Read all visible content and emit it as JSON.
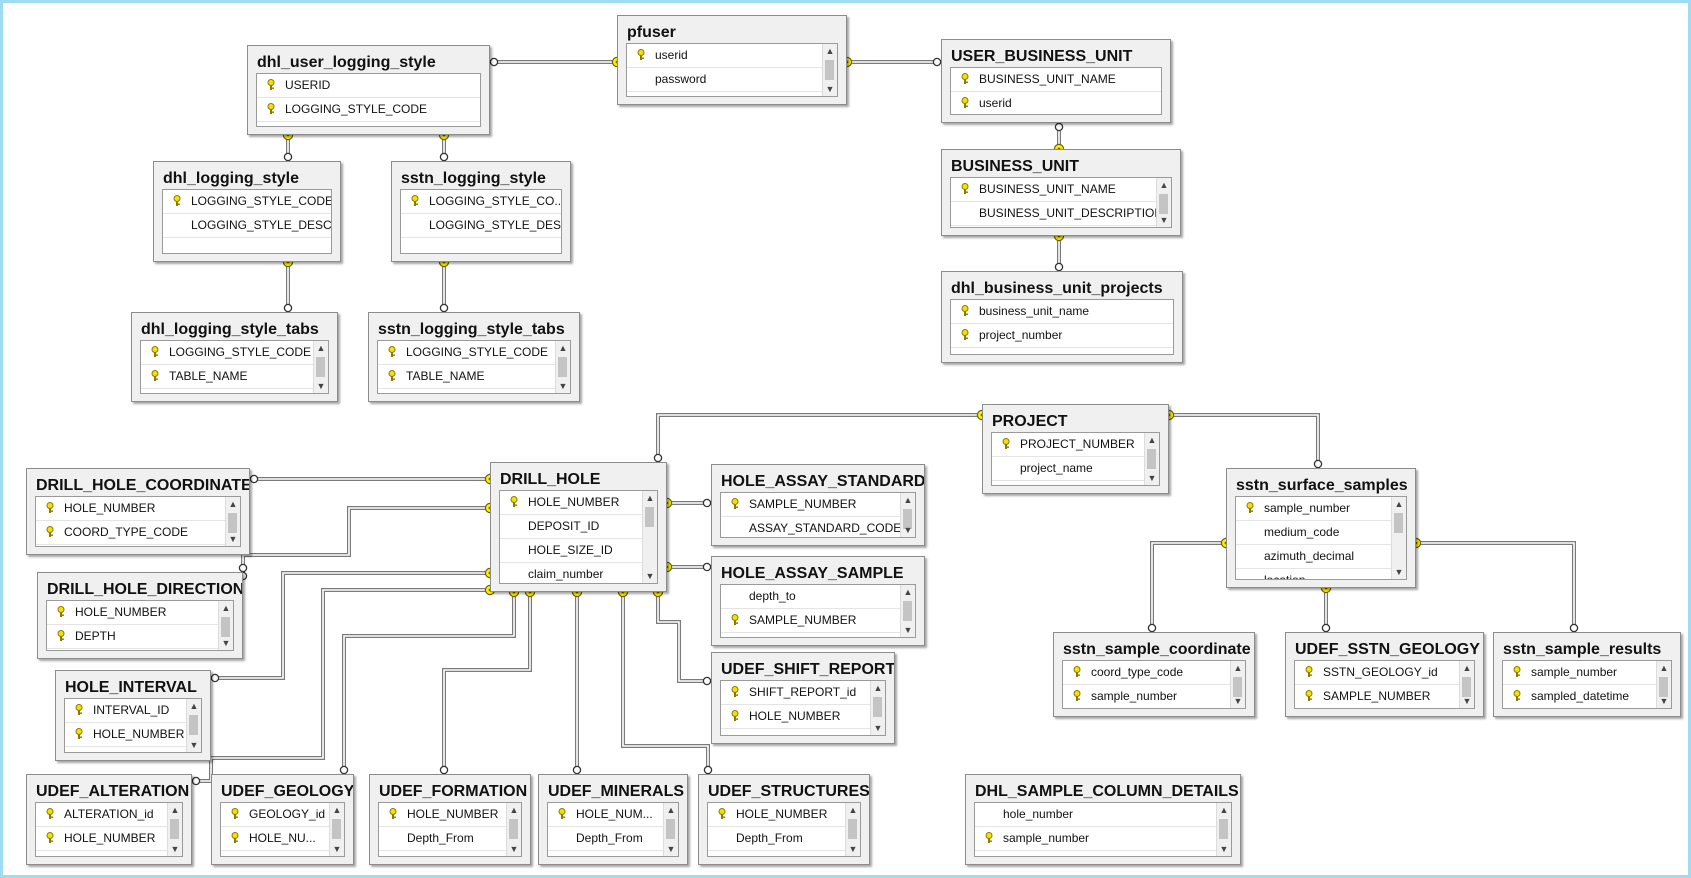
{
  "tables": [
    {
      "id": "pfuser",
      "title": "pfuser",
      "scroll": true,
      "rows": [
        {
          "name": "userid",
          "key": true
        },
        {
          "name": "password",
          "key": false
        }
      ]
    },
    {
      "id": "dhl_user_logging_style",
      "title": "dhl_user_logging_style",
      "scroll": false,
      "rows": [
        {
          "name": "USERID",
          "key": true
        },
        {
          "name": "LOGGING_STYLE_CODE",
          "key": true
        }
      ]
    },
    {
      "id": "user_business_unit",
      "title": "USER_BUSINESS_UNIT",
      "scroll": false,
      "rows": [
        {
          "name": "BUSINESS_UNIT_NAME",
          "key": true
        },
        {
          "name": "userid",
          "key": true
        }
      ]
    },
    {
      "id": "dhl_logging_style",
      "title": "dhl_logging_style",
      "scroll": false,
      "rows": [
        {
          "name": "LOGGING_STYLE_CODE",
          "key": true
        },
        {
          "name": "LOGGING_STYLE_DESC",
          "key": false
        }
      ]
    },
    {
      "id": "sstn_logging_style",
      "title": "sstn_logging_style",
      "scroll": false,
      "rows": [
        {
          "name": "LOGGING_STYLE_CO...",
          "key": true
        },
        {
          "name": "LOGGING_STYLE_DESC",
          "key": false
        }
      ]
    },
    {
      "id": "business_unit",
      "title": "BUSINESS_UNIT",
      "scroll": true,
      "rows": [
        {
          "name": "BUSINESS_UNIT_NAME",
          "key": true
        },
        {
          "name": "BUSINESS_UNIT_DESCRIPTION",
          "key": false
        }
      ]
    },
    {
      "id": "dhl_business_unit_projects",
      "title": "dhl_business_unit_projects",
      "scroll": false,
      "rows": [
        {
          "name": "business_unit_name",
          "key": true
        },
        {
          "name": "project_number",
          "key": true
        }
      ]
    },
    {
      "id": "dhl_logging_style_tabs",
      "title": "dhl_logging_style_tabs",
      "scroll": true,
      "rows": [
        {
          "name": "LOGGING_STYLE_CODE",
          "key": true
        },
        {
          "name": "TABLE_NAME",
          "key": true
        }
      ]
    },
    {
      "id": "sstn_logging_style_tabs",
      "title": "sstn_logging_style_tabs",
      "scroll": true,
      "rows": [
        {
          "name": "LOGGING_STYLE_CODE",
          "key": true
        },
        {
          "name": "TABLE_NAME",
          "key": true
        }
      ]
    },
    {
      "id": "project",
      "title": "PROJECT",
      "scroll": true,
      "rows": [
        {
          "name": "PROJECT_NUMBER",
          "key": true
        },
        {
          "name": "project_name",
          "key": false
        }
      ]
    },
    {
      "id": "drill_hole",
      "title": "DRILL_HOLE",
      "scroll": true,
      "rows": [
        {
          "name": "HOLE_NUMBER",
          "key": true
        },
        {
          "name": "DEPOSIT_ID",
          "key": false
        },
        {
          "name": "HOLE_SIZE_ID",
          "key": false
        },
        {
          "name": "claim_number",
          "key": false
        }
      ]
    },
    {
      "id": "drill_hole_coordinate",
      "title": "DRILL_HOLE_COORDINATE",
      "scroll": true,
      "rows": [
        {
          "name": "HOLE_NUMBER",
          "key": true
        },
        {
          "name": "COORD_TYPE_CODE",
          "key": true
        }
      ]
    },
    {
      "id": "hole_assay_standard",
      "title": "HOLE_ASSAY_STANDARD",
      "scroll": true,
      "rows": [
        {
          "name": "SAMPLE_NUMBER",
          "key": true
        },
        {
          "name": "ASSAY_STANDARD_CODE",
          "key": false
        }
      ]
    },
    {
      "id": "sstn_surface_samples",
      "title": "sstn_surface_samples",
      "scroll": true,
      "rows": [
        {
          "name": "sample_number",
          "key": true
        },
        {
          "name": "medium_code",
          "key": false
        },
        {
          "name": "azimuth_decimal",
          "key": false
        },
        {
          "name": "location",
          "key": false
        }
      ]
    },
    {
      "id": "drill_hole_direction",
      "title": "DRILL_HOLE_DIRECTION",
      "scroll": true,
      "rows": [
        {
          "name": "HOLE_NUMBER",
          "key": true
        },
        {
          "name": "DEPTH",
          "key": true
        }
      ]
    },
    {
      "id": "hole_assay_sample",
      "title": "HOLE_ASSAY_SAMPLE",
      "scroll": true,
      "rows": [
        {
          "name": "depth_to",
          "key": false
        },
        {
          "name": "SAMPLE_NUMBER",
          "key": true
        }
      ]
    },
    {
      "id": "udef_shift_report",
      "title": "UDEF_SHIFT_REPORT",
      "scroll": true,
      "rows": [
        {
          "name": "SHIFT_REPORT_id",
          "key": true
        },
        {
          "name": "HOLE_NUMBER",
          "key": true
        }
      ]
    },
    {
      "id": "hole_interval",
      "title": "HOLE_INTERVAL",
      "scroll": true,
      "rows": [
        {
          "name": "INTERVAL_ID",
          "key": true
        },
        {
          "name": "HOLE_NUMBER",
          "key": true
        }
      ]
    },
    {
      "id": "sstn_sample_coordinate",
      "title": "sstn_sample_coordinate",
      "scroll": true,
      "rows": [
        {
          "name": "coord_type_code",
          "key": true
        },
        {
          "name": "sample_number",
          "key": true
        }
      ]
    },
    {
      "id": "udef_sstn_geology",
      "title": "UDEF_SSTN_GEOLOGY",
      "scroll": true,
      "rows": [
        {
          "name": "SSTN_GEOLOGY_id",
          "key": true
        },
        {
          "name": "SAMPLE_NUMBER",
          "key": true
        }
      ]
    },
    {
      "id": "sstn_sample_results",
      "title": "sstn_sample_results",
      "scroll": true,
      "rows": [
        {
          "name": "sample_number",
          "key": true
        },
        {
          "name": "sampled_datetime",
          "key": true
        }
      ]
    },
    {
      "id": "udef_alteration",
      "title": "UDEF_ALTERATION",
      "scroll": true,
      "rows": [
        {
          "name": "ALTERATION_id",
          "key": true
        },
        {
          "name": "HOLE_NUMBER",
          "key": true
        }
      ]
    },
    {
      "id": "udef_geology",
      "title": "UDEF_GEOLOGY",
      "scroll": true,
      "rows": [
        {
          "name": "GEOLOGY_id",
          "key": true
        },
        {
          "name": "HOLE_NU...",
          "key": true
        }
      ]
    },
    {
      "id": "udef_formation",
      "title": "UDEF_FORMATION",
      "scroll": true,
      "rows": [
        {
          "name": "HOLE_NUMBER",
          "key": true
        },
        {
          "name": "Depth_From",
          "key": false
        }
      ]
    },
    {
      "id": "udef_minerals",
      "title": "UDEF_MINERALS",
      "scroll": true,
      "rows": [
        {
          "name": "HOLE_NUM...",
          "key": true
        },
        {
          "name": "Depth_From",
          "key": false
        }
      ]
    },
    {
      "id": "udef_structures",
      "title": "UDEF_STRUCTURES",
      "scroll": true,
      "rows": [
        {
          "name": "HOLE_NUMBER",
          "key": true
        },
        {
          "name": "Depth_From",
          "key": false
        }
      ]
    },
    {
      "id": "dhl_sample_column_details",
      "title": "DHL_SAMPLE_COLUMN_DETAILS",
      "scroll": true,
      "rows": [
        {
          "name": "hole_number",
          "key": false
        },
        {
          "name": "sample_number",
          "key": true
        }
      ]
    }
  ],
  "relationships": [
    {
      "from": "dhl_user_logging_style",
      "to": "pfuser"
    },
    {
      "from": "user_business_unit",
      "to": "pfuser"
    },
    {
      "from": "dhl_user_logging_style",
      "to": "dhl_logging_style"
    },
    {
      "from": "dhl_user_logging_style",
      "to": "sstn_logging_style"
    },
    {
      "from": "dhl_logging_style_tabs",
      "to": "dhl_logging_style"
    },
    {
      "from": "sstn_logging_style_tabs",
      "to": "sstn_logging_style"
    },
    {
      "from": "user_business_unit",
      "to": "business_unit"
    },
    {
      "from": "dhl_business_unit_projects",
      "to": "business_unit"
    },
    {
      "from": "drill_hole",
      "to": "project"
    },
    {
      "from": "sstn_surface_samples",
      "to": "project"
    },
    {
      "from": "drill_hole_coordinate",
      "to": "drill_hole"
    },
    {
      "from": "drill_hole_direction",
      "to": "drill_hole"
    },
    {
      "from": "hole_interval",
      "to": "drill_hole"
    },
    {
      "from": "udef_alteration",
      "to": "drill_hole"
    },
    {
      "from": "udef_geology",
      "to": "drill_hole"
    },
    {
      "from": "udef_formation",
      "to": "drill_hole"
    },
    {
      "from": "udef_minerals",
      "to": "drill_hole"
    },
    {
      "from": "udef_structures",
      "to": "drill_hole"
    },
    {
      "from": "udef_shift_report",
      "to": "drill_hole"
    },
    {
      "from": "hole_assay_standard",
      "to": "drill_hole"
    },
    {
      "from": "hole_assay_sample",
      "to": "drill_hole"
    },
    {
      "from": "sstn_sample_coordinate",
      "to": "sstn_surface_samples"
    },
    {
      "from": "udef_sstn_geology",
      "to": "sstn_surface_samples"
    },
    {
      "from": "sstn_sample_results",
      "to": "sstn_surface_samples"
    }
  ],
  "colors": {
    "connector": "#7a7a7a",
    "key_end": "#ffee00",
    "frame": "#9fdcf3"
  }
}
